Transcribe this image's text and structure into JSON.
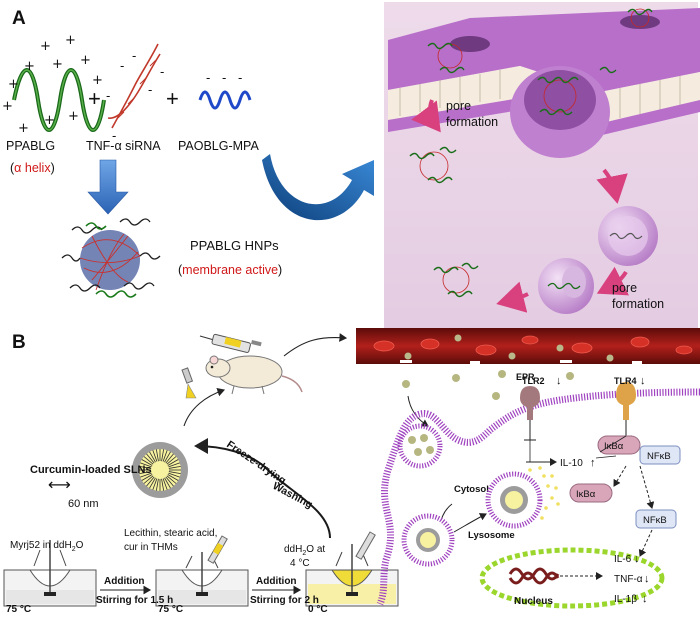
{
  "panel_a": {
    "label": "A",
    "components": [
      "PPABLG",
      "TNF-α siRNA",
      "PAOBLG-MPA"
    ],
    "helix_open": "(",
    "helix_note": "α helix",
    "helix_close": ")",
    "hnp_title": "PPABLG HNPs",
    "membrane_open": "(",
    "membrane_note": "membrane active",
    "membrane_close": ")",
    "pore_1_line1": "pore",
    "pore_1_line2": "formation",
    "pore_2_line1": "pore",
    "pore_2_line2": "formation"
  },
  "panel_b": {
    "label": "B",
    "sln_title": "Curcumin-loaded SLNs",
    "size_label": "60 nm",
    "freeze_drying": "Freeze-drying",
    "washing": "Washing",
    "flask1_line1": "Myrj52 in ddH",
    "flask1_sub": "2",
    "flask1_tail": "O",
    "flask1_temp": "75 °C",
    "flask2_line1": "Lecithin, stearic acid,",
    "flask2_line2": "cur in THMs",
    "flask2_temp": "75 °C",
    "flask3_line1": "ddH",
    "flask3_sub": "2",
    "flask3_tail": "O at",
    "flask3_line2": "4 °C",
    "flask3_temp": "0 °C",
    "step1_top": "Addition",
    "step1_bottom": "Stirring for 1.5 h",
    "step2_top": "Addition",
    "step2_bottom": "Stirring for 2 h",
    "epr": "EPR",
    "tlr2": "TLR2",
    "tlr4": "TLR4",
    "cytosol": "Cytosol",
    "lysosome": "Lysosome",
    "il10": "IL-10",
    "ikba": "IκBα",
    "nfkb": "NFκB",
    "nucleus": "Nucleus",
    "il6": "IL-6",
    "tnfa": "TNF-α",
    "il1b": "IL-1β"
  },
  "colors": {
    "label_red": "#d01818",
    "membrane_purple": "#c87ad8",
    "box_purple": "#e7d3e6",
    "vessel_red": "#8e1512",
    "nucleus_green": "#9bd62c",
    "arrow_blue": "#3b7fd0",
    "arrow_pink": "#d8407e"
  }
}
